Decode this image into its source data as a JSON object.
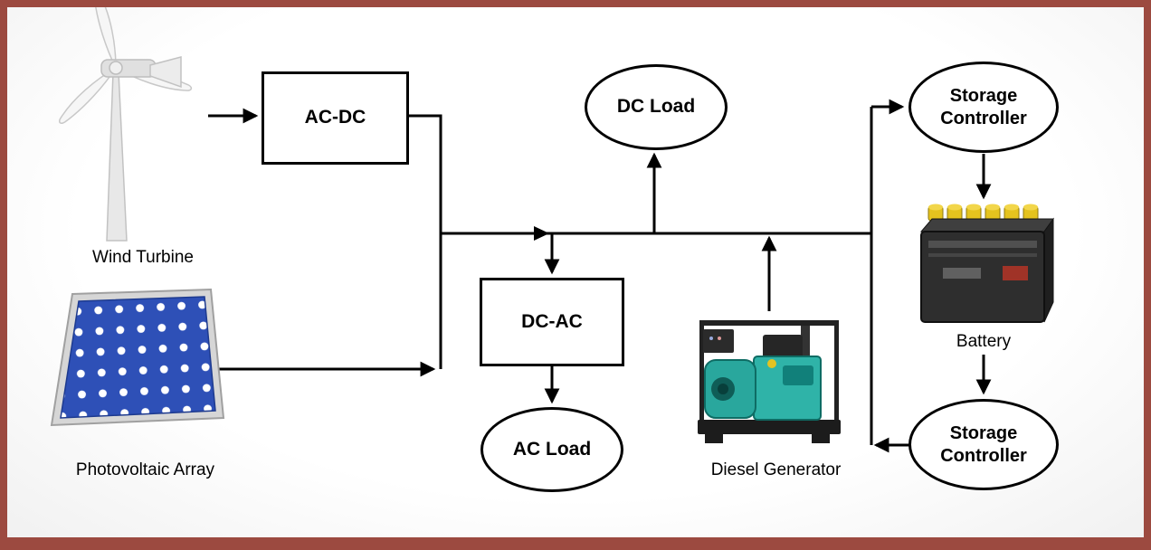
{
  "diagram": {
    "nodes": {
      "ac_dc": {
        "label": "AC-DC"
      },
      "dc_ac": {
        "label": "DC-AC"
      },
      "dc_load": {
        "label": "DC Load"
      },
      "ac_load": {
        "label": "AC Load"
      },
      "storage_controller_top": {
        "label": "Storage Controller"
      },
      "storage_controller_bottom": {
        "label": "Storage Controller"
      }
    },
    "captions": {
      "wind_turbine": "Wind Turbine",
      "photovoltaic_array": "Photovoltaic Array",
      "battery": "Battery",
      "diesel_generator": "Diesel Generator"
    },
    "connections": [
      {
        "from": "wind_turbine",
        "to": "ac_dc",
        "arrow": true
      },
      {
        "from": "ac_dc",
        "to": "dc_bus",
        "arrow": false
      },
      {
        "from": "photovoltaic_array",
        "to": "dc_bus",
        "arrow": true
      },
      {
        "from": "dc_bus",
        "to": "dc_load",
        "arrow": true
      },
      {
        "from": "dc_bus",
        "to": "dc_ac",
        "arrow": true
      },
      {
        "from": "dc_ac",
        "to": "ac_load",
        "arrow": true
      },
      {
        "from": "diesel_generator",
        "to": "dc_bus",
        "arrow": true
      },
      {
        "from": "dc_bus",
        "to": "storage_controller_top",
        "arrow": true
      },
      {
        "from": "storage_controller_top",
        "to": "battery",
        "arrow": true
      },
      {
        "from": "battery",
        "to": "storage_controller_bottom",
        "arrow": true
      },
      {
        "from": "storage_controller_bottom",
        "to": "dc_bus",
        "arrow": true
      }
    ],
    "colors": {
      "connector_line": "#000000",
      "frame_border": "#9c4a40",
      "background": "#ffffff",
      "node_fill": "#ffffff",
      "node_border": "#000000",
      "solar_panel_blue": "#2e50b7",
      "generator_teal": "#2aa89e",
      "battery_cap_yellow": "#e5c31e"
    }
  }
}
